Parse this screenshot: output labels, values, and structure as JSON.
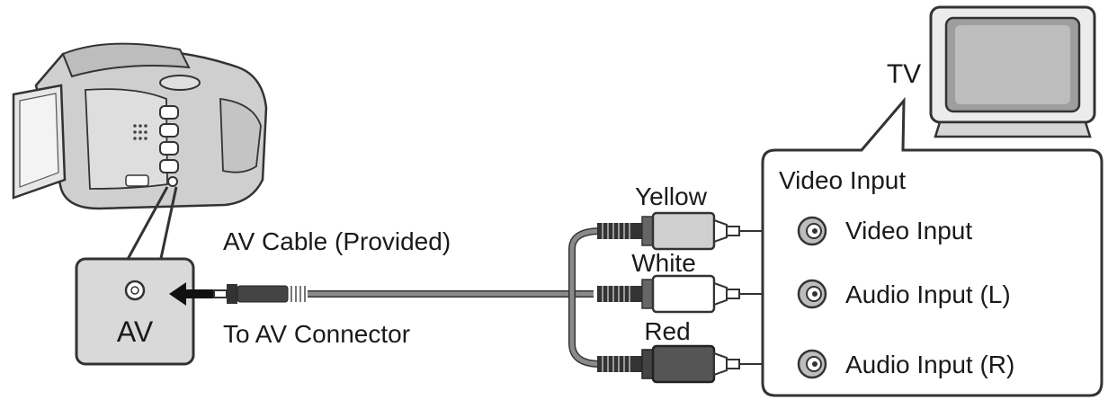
{
  "labels": {
    "tv": "TV",
    "av_port": "AV",
    "cable": "AV Cable (Provided)",
    "connector": "To AV Connector",
    "plug_yellow": "Yellow",
    "plug_white": "White",
    "plug_red": "Red",
    "panel_title": "Video Input",
    "input_video": "Video Input",
    "input_audio_l": "Audio Input (L)",
    "input_audio_r": "Audio Input (R)"
  },
  "colors": {
    "outline": "#333333",
    "callout_fill": "#d9d9d9",
    "cable_gray": "#8a8a8a",
    "plug_yellow": "#cfcfcf",
    "plug_white": "#ffffff",
    "plug_red": "#555555"
  },
  "icons": {
    "camcorder": "camcorder-illustration",
    "television": "tv-illustration",
    "arrow": "insert-arrow-icon"
  }
}
